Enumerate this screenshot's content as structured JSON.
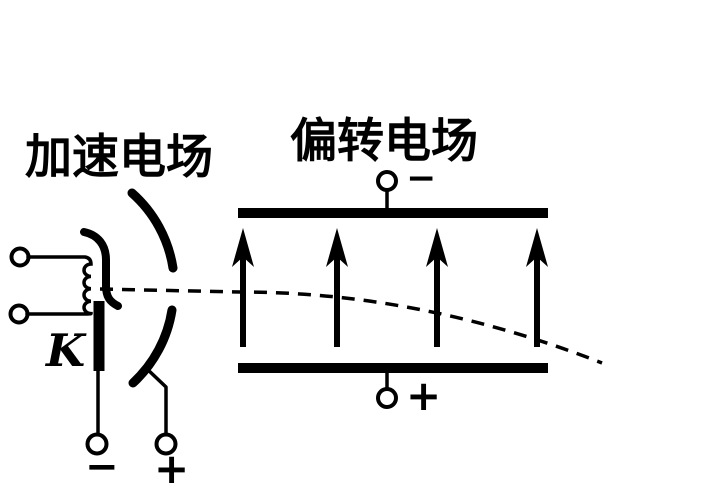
{
  "colors": {
    "ink": "#000000",
    "background": "#ffffff"
  },
  "accelerating_field": {
    "title": "加速电场",
    "cathode_label": "K",
    "negative_terminal_sign": "−",
    "positive_terminal_sign": "+"
  },
  "deflecting_field": {
    "title": "偏转电场",
    "top_plate_sign": "−",
    "bottom_plate_sign": "+",
    "field_arrow_count": 4
  }
}
